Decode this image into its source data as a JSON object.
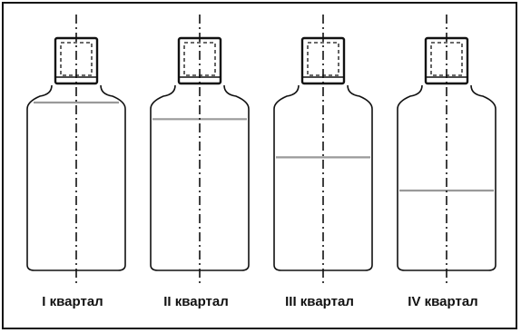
{
  "diagram": {
    "bottles": [
      {
        "label": "I квартал",
        "fill_level": 1.0
      },
      {
        "label": "II квартал",
        "fill_level": 0.9
      },
      {
        "label": "III квартал",
        "fill_level": 0.67
      },
      {
        "label": "IV квартал",
        "fill_level": 0.47
      }
    ],
    "colors": {
      "outline": "#111111",
      "level_line": "#9a9a9a",
      "background": "#ffffff"
    }
  }
}
